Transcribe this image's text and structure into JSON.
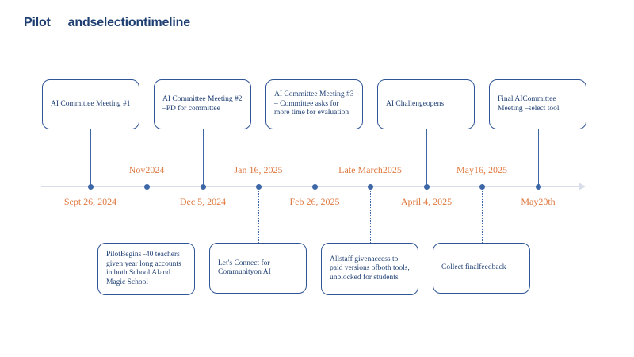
{
  "title": {
    "part1": "Pilot",
    "part2": "andselectiontimeline"
  },
  "above_events": [
    {
      "date": "Sept 26, 2024",
      "text": "AI Committee Meeting #1"
    },
    {
      "date": "Dec 5, 2024",
      "text": "AI Committee Meeting #2 –PD for  committee"
    },
    {
      "date": "Feb 26, 2025",
      "text": "AI Committee Meeting #3 – Committee asks for more  time for  evaluation"
    },
    {
      "date": "April 4, 2025",
      "text": "AI Challengeopens"
    },
    {
      "date": "May20th",
      "text": "Final AICommittee Meeting –select  tool"
    }
  ],
  "below_events": [
    {
      "date": "Nov2024",
      "text": "PilotBegins -40  teachers given year long accounts in both School AIand Magic School"
    },
    {
      "date": "Jan 16, 2025",
      "text": "Let's Connect for Communityon AI"
    },
    {
      "date": "Late March2025",
      "text": "Allstaff  givenaccess  to paid versions ofboth tools, unblocked for students"
    },
    {
      "date": "May16, 2025",
      "text": "Collect finalfeedback"
    }
  ],
  "colors": {
    "title": "#1f3f73",
    "box_border": "#2f5597",
    "dot": "#3d67a6",
    "date": "#e0783f",
    "axis": "#d7dde9"
  }
}
